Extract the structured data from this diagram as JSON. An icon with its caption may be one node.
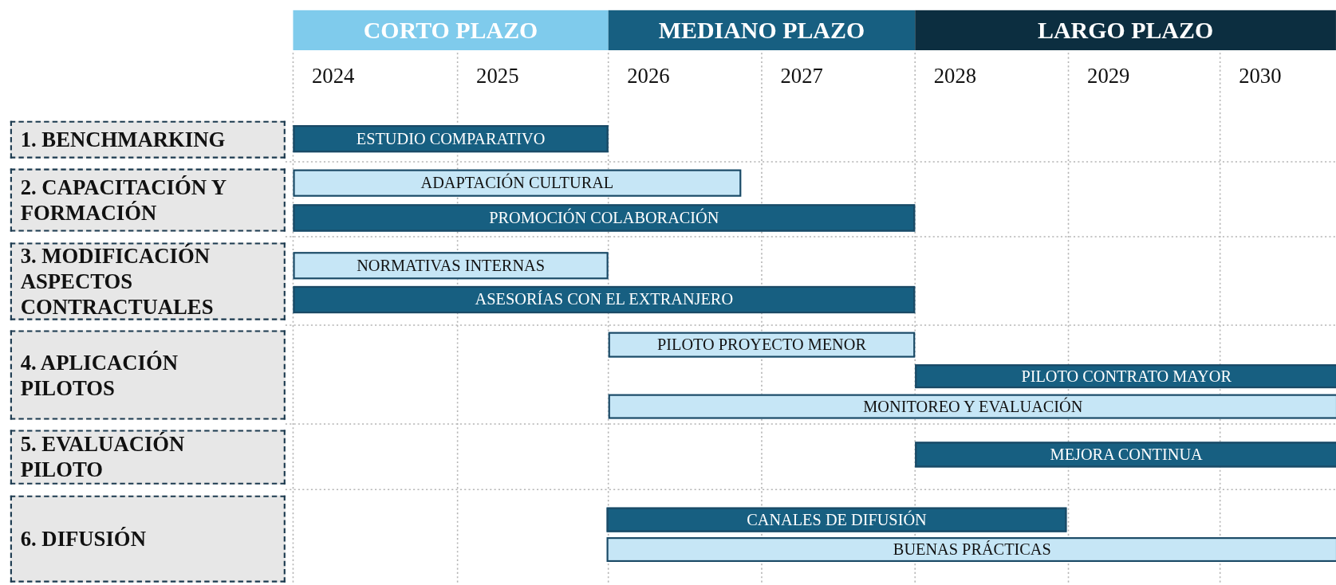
{
  "diagram": {
    "nodes": [
      {
        "text": [
          "CORTO PLAZO"
        ]
      },
      {
        "text": [
          "MEDIANO PLAZO"
        ]
      },
      {
        "text": [
          "LARGO PLAZO"
        ]
      },
      {
        "text": [
          "1. BENCHMARKING"
        ]
      },
      {
        "text": [
          "2. CAPACITACIÓN Y FORMACIÓN"
        ]
      },
      {
        "text": [
          "3. MODIFICACIÓN ASPECTOS CONTRACTUALES"
        ]
      },
      {
        "text": [
          "4. APLICACIÓN PILOTOS"
        ]
      },
      {
        "text": [
          "5. EVALUACIÓN PILOTO"
        ]
      },
      {
        "text": [
          "6. DIFUSIÓN"
        ]
      },
      {
        "text": [
          "ESTUDIO COMPARATIVO"
        ]
      },
      {
        "text": [
          "ADAPTACIÓN CULTURAL"
        ]
      },
      {
        "text": [
          "PROMOCIÓN COLABORACIÓN"
        ]
      },
      {
        "text": [
          "NORMATIVAS INTERNAS"
        ]
      },
      {
        "text": [
          "ASESORÍAS CON EL EXTRANJERO"
        ]
      },
      {
        "text": [
          "PILOTO PROYECTO MENOR"
        ]
      },
      {
        "text": [
          "PILOTO CONTRATO MAYOR"
        ]
      },
      {
        "text": [
          "MONITOREO Y EVALUACIÓN"
        ]
      },
      {
        "text": [
          "MEJORA CONTINUA"
        ]
      },
      {
        "text": [
          "CANALES DE DIFUSIÓN"
        ]
      },
      {
        "text": [
          "BUENAS PRÁCTICAS"
        ]
      }
    ],
    "labels": [
      "2024",
      "2025",
      "2026",
      "2027",
      "2028",
      "2029",
      "2030"
    ]
  }
}
